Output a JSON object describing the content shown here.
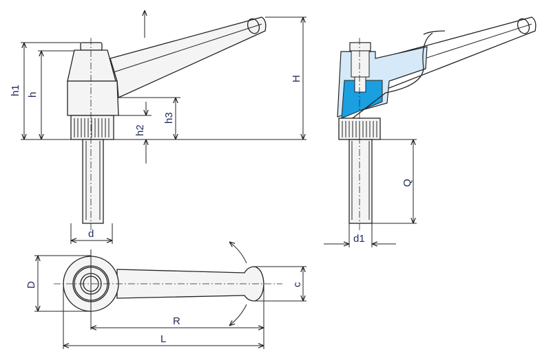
{
  "labels": {
    "h1": "h1",
    "h": "h",
    "h2": "h2",
    "h3": "h3",
    "H": "H",
    "d": "d",
    "d1": "d1",
    "Q": "Q",
    "D": "D",
    "c": "c",
    "R": "R",
    "L": "L"
  },
  "colors": {
    "section_light": "#d6e9f8",
    "section_dark": "#1a9fe0",
    "label": "#1c2a55"
  }
}
